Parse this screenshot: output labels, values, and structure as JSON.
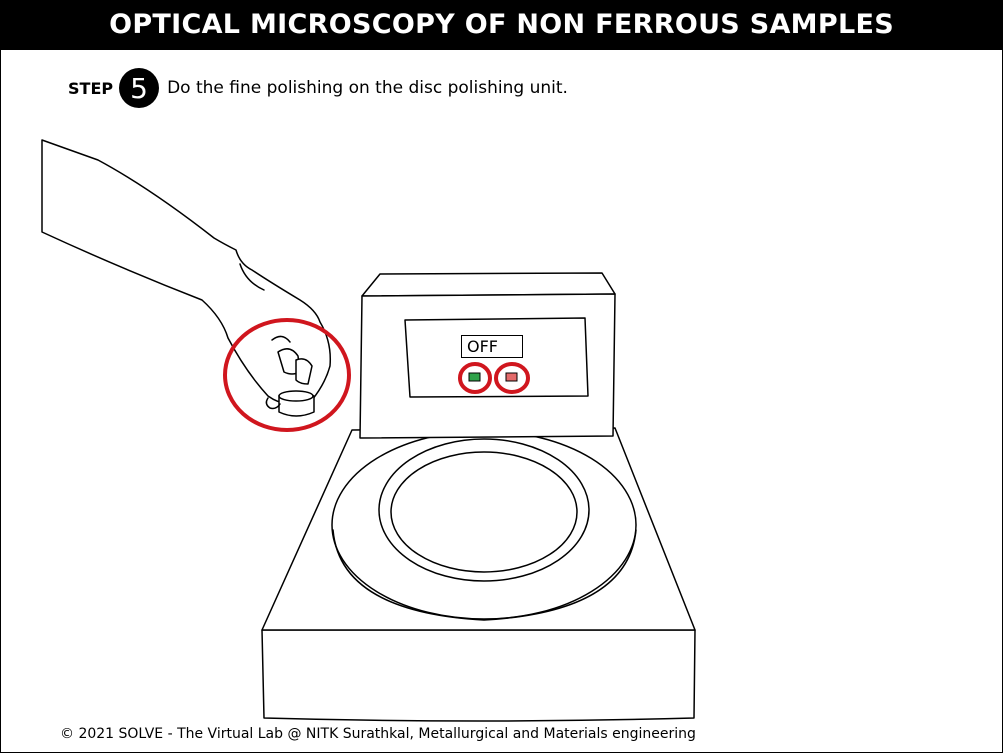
{
  "header": {
    "title": "OPTICAL MICROSCOPY OF NON FERROUS SAMPLES"
  },
  "step": {
    "label": "STEP",
    "number": "5",
    "instruction": "Do the fine polishing on the disc polishing unit."
  },
  "machine": {
    "display_text": "OFF",
    "on_button_color": "#2fa24a",
    "off_button_color": "#e36a6a",
    "highlight_color": "#d0161e"
  },
  "footer": {
    "copyright": "© 2021 SOLVE - The Virtual Lab @ NITK Surathkal, Metallurgical and Materials engineering"
  }
}
